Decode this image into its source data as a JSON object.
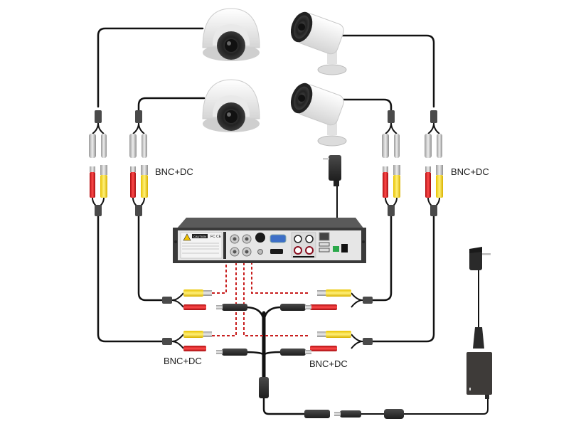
{
  "title": "CCTV DVR wiring diagram",
  "labels": {
    "left_upper": "BNC+DC",
    "right_upper": "BNC+DC",
    "left_lower": "BNC+DC",
    "right_lower": "BNC+DC"
  },
  "cameras": [
    {
      "type": "dome",
      "position": "top-left"
    },
    {
      "type": "bullet",
      "position": "top-right"
    },
    {
      "type": "dome",
      "position": "bottom-left"
    },
    {
      "type": "bullet",
      "position": "bottom-right"
    }
  ],
  "dvr": {
    "caution_text": "CAUTION",
    "fcc_text": "FC CE",
    "ports": [
      "Video In x4 (BNC)",
      "VGA",
      "HDMI",
      "Audio In/Out",
      "LAN",
      "USB x2",
      "DC 12V"
    ]
  },
  "power": {
    "dvr_adapter": "wall adapter",
    "camera_supply": "power brick with 4-way splitter"
  },
  "colors": {
    "cable": "#111111",
    "video_connector": "#f2d21a",
    "power_connector": "#d7191c",
    "dashed_signal": "#c81e1e",
    "dvr_body": "#3a3a3a",
    "dvr_panel": "#e6e6e6"
  }
}
